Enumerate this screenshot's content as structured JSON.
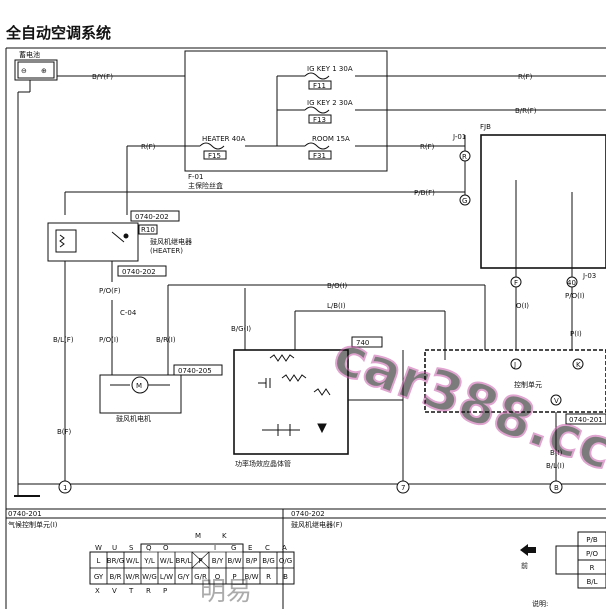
{
  "title": "全自动空调系统",
  "battery": {
    "label": "蓄电池",
    "minus": "⊖",
    "plus": "⊕"
  },
  "fuse_box": {
    "name": "F-01",
    "caption": "主保险丝盒",
    "fuses": [
      {
        "label": "IG KEY 1 30A",
        "code": "F11"
      },
      {
        "label": "IG KEY 2 30A",
        "code": "F13"
      },
      {
        "label": "HEATER 40A",
        "code": "F15"
      },
      {
        "label": "ROOM 15A",
        "code": "F31"
      }
    ]
  },
  "wires": {
    "by_f": "B/Y(F)",
    "r_f_top": "R(F)",
    "br_f": "B/R(F)",
    "r_f_left": "R(F)",
    "r_f_mid": "R(F)",
    "pb_f": "P/B(F)",
    "po_f": "P/O(F)",
    "c04": "C-04",
    "po_i": "P/O(I)",
    "br_i": "B/R(I)",
    "bl_f": "B/L(F)",
    "b_f": "B(F)",
    "bo_i": "B/O(I)",
    "lb_i": "L/B(I)",
    "bg_i": "B/G(I)",
    "o_i": "O(I)",
    "po_i2": "P/O(I)",
    "p_i": "P(I)",
    "b_i": "B(I)",
    "bl_i": "B/L(I)"
  },
  "connectors": {
    "c740202a": "0740-202",
    "c740202b": "0740-202",
    "c740205": "0740-205",
    "c740201": "0740-201",
    "c740_partial": "740",
    "r10": "R10",
    "j01": "J-01",
    "fjb": "FJB",
    "j03": "J-03",
    "pin_40": "40",
    "pin_R": "R",
    "pin_G": "G",
    "pin_F": "F",
    "pin_J": "J",
    "pin_K": "K",
    "pin_V": "V",
    "pin_B": "B",
    "ground_1": "1",
    "ground_7": "7",
    "ground_8": "8"
  },
  "components": {
    "blower_relay": "鼓风机继电器",
    "blower_relay_en": "(HEATER)",
    "blower_motor": "鼓风机电机",
    "motor_symbol": "M",
    "power_transistor": "功率场效应晶体管",
    "control_unit": "控制单元"
  },
  "bottom": {
    "left_code": "0740-201",
    "left_title": "气候控制单元(I)",
    "mid_code": "0740-202",
    "mid_title": "鼓风机继电器(F)",
    "front": "前",
    "note": "说明:"
  },
  "conn_a": {
    "top_labels": [
      "M",
      "K"
    ],
    "pin_letters_top": [
      "W",
      "U",
      "S",
      "Q",
      "O",
      "",
      "",
      "I",
      "G",
      "E",
      "C",
      "A"
    ],
    "row1": [
      "L",
      "BR/G",
      "W/L",
      "Y/L",
      "W/L",
      "BR/L",
      "P",
      "B/Y",
      "B/W",
      "B/P",
      "B/G",
      "O/G"
    ],
    "row2": [
      "GY",
      "B/R",
      "W/R",
      "W/G",
      "L/W",
      "G/Y",
      "G/R",
      "O",
      "P",
      "B/W",
      "R",
      "B"
    ],
    "pin_letters_bottom": [
      "X",
      "V",
      "T",
      "R",
      "P",
      "",
      "",
      "",
      "",
      "",
      "",
      ""
    ]
  },
  "conn_b": {
    "cells": [
      "P/B",
      "P/O",
      "R",
      "B/L"
    ]
  },
  "watermark": {
    "text": "car388.cc",
    "sub": "明易"
  }
}
